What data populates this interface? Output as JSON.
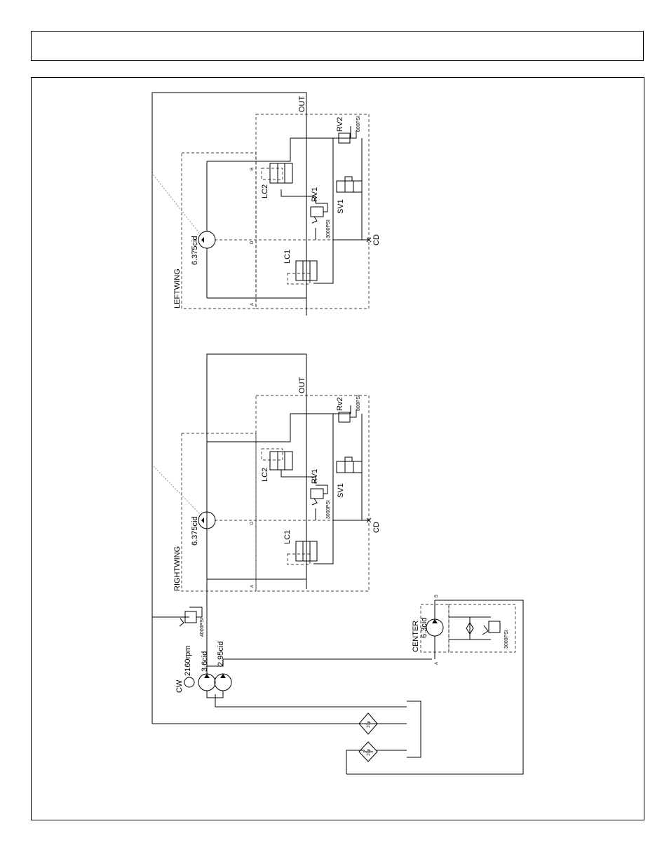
{
  "header": {
    "title": ""
  },
  "labels": {
    "left_wing": "LEFTWING",
    "right_wing": "RIGHTWING",
    "center": "CENTER",
    "out": "OUT",
    "cd": "CD",
    "lc1": "LC1",
    "lc2": "LC2",
    "rv1": "RV1",
    "rv2_left": "RV2",
    "rv2_right": "Rv2",
    "sv1": "SV1",
    "motor_wing": "6.375cid",
    "motor_center": "6.3cid",
    "psi_3000": "3000PSI",
    "psi_800": "800PSI",
    "psi_4000": "4000PSI",
    "port_a": "A",
    "port_b": "B",
    "port_d": "D",
    "cw": "CW",
    "rpm": "2160rpm",
    "pump1": "3.6cid",
    "pump2": "2.95cid",
    "filter": "10μ"
  }
}
